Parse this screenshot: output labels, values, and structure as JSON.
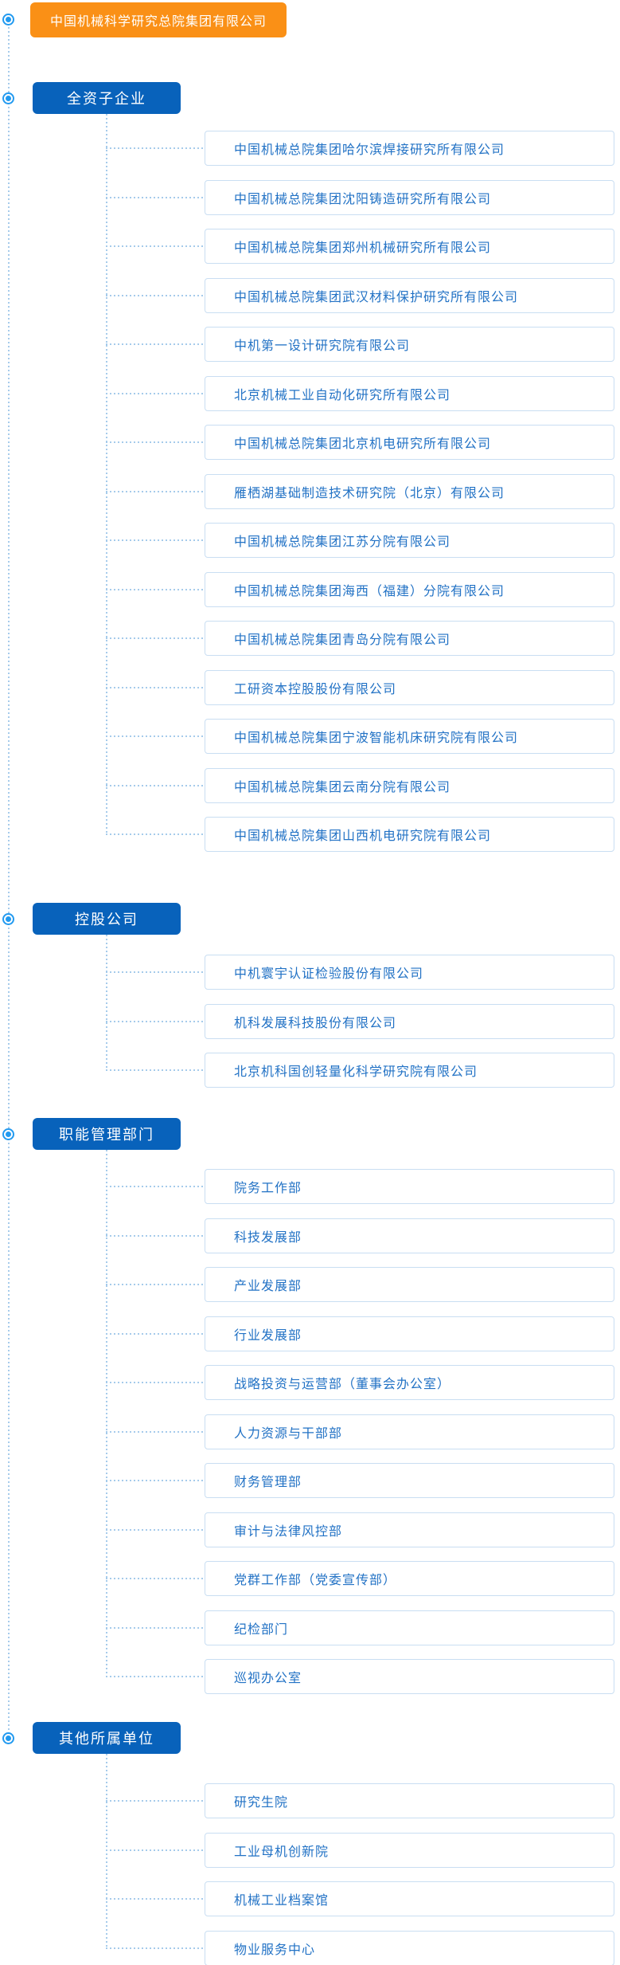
{
  "root": {
    "label": "中国机械科学研究总院集团有限公司"
  },
  "colors": {
    "root_bg": "#FA9016",
    "section_bg": "#0862BB",
    "item_text": "#2272C5",
    "item_border": "#C9DEF2",
    "connector_line": "#A6CBEB",
    "bullet": "#229AF0"
  },
  "sections": [
    {
      "label": "全资子企业",
      "items": [
        "中国机械总院集团哈尔滨焊接研究所有限公司",
        "中国机械总院集团沈阳铸造研究所有限公司",
        "中国机械总院集团郑州机械研究所有限公司",
        "中国机械总院集团武汉材料保护研究所有限公司",
        "中机第一设计研究院有限公司",
        "北京机械工业自动化研究所有限公司",
        "中国机械总院集团北京机电研究所有限公司",
        "雁栖湖基础制造技术研究院（北京）有限公司",
        "中国机械总院集团江苏分院有限公司",
        "中国机械总院集团海西（福建）分院有限公司",
        "中国机械总院集团青岛分院有限公司",
        "工研资本控股股份有限公司",
        "中国机械总院集团宁波智能机床研究院有限公司",
        "中国机械总院集团云南分院有限公司",
        "中国机械总院集团山西机电研究院有限公司"
      ]
    },
    {
      "label": "控股公司",
      "items": [
        "中机寰宇认证检验股份有限公司",
        "机科发展科技股份有限公司",
        "北京机科国创轻量化科学研究院有限公司"
      ]
    },
    {
      "label": "职能管理部门",
      "items": [
        "院务工作部",
        "科技发展部",
        "产业发展部",
        "行业发展部",
        "战略投资与运营部（董事会办公室）",
        "人力资源与干部部",
        "财务管理部",
        "审计与法律风控部",
        "党群工作部（党委宣传部）",
        "纪检部门",
        "巡视办公室"
      ]
    },
    {
      "label": "其他所属单位",
      "items": [
        "研究生院",
        "工业母机创新院",
        "机械工业档案馆",
        "物业服务中心"
      ]
    }
  ]
}
